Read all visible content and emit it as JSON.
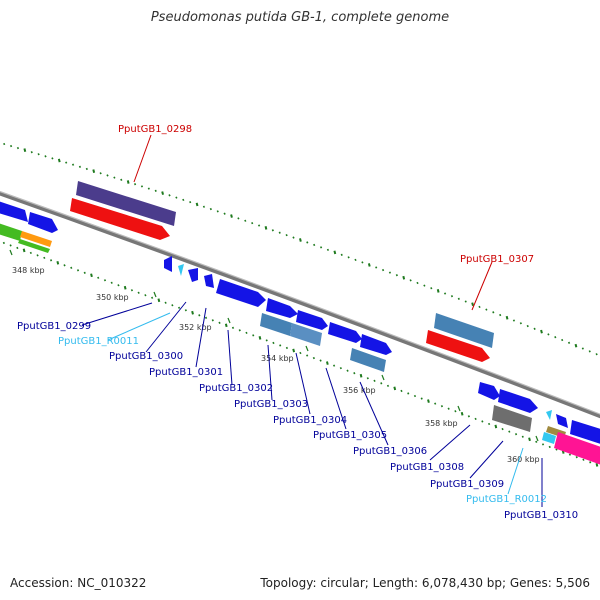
{
  "title": "Pseudomonas putida GB-1, complete genome",
  "footer": {
    "accession": "Accession: NC_010322",
    "summary": "Topology: circular; Length: 6,078,430 bp; Genes: 5,506"
  },
  "colors": {
    "cds": "#1414e6",
    "rna": "#33c8f0",
    "feature_red": "#ee1111",
    "feature_purple": "#4b3c8c",
    "feature_steel": "#4682b4",
    "feature_gray": "#6e6e6e",
    "feature_green": "#44bb22",
    "feature_orange": "#ff9a10",
    "feature_pink": "#ff1494",
    "gc_dots": "#1e7a1e",
    "label_dark": "#000099",
    "label_light": "#33bbee",
    "label_red": "#cc0000"
  },
  "ticks": [
    "348 kbp",
    "350 kbp",
    "352 kbp",
    "354 kbp",
    "356 kbp",
    "358 kbp",
    "360 kbp"
  ],
  "labels_above": [
    "PputGB1_0298",
    "PputGB1_0307"
  ],
  "labels_below": [
    "PputGB1_0299",
    "PputGB1_R0011",
    "PputGB1_0300",
    "PputGB1_0301",
    "PputGB1_0302",
    "PputGB1_0303",
    "PputGB1_0304",
    "PputGB1_0305",
    "PputGB1_0306",
    "PputGB1_0308",
    "PputGB1_0309",
    "PputGB1_R0012",
    "PputGB1_0310"
  ]
}
